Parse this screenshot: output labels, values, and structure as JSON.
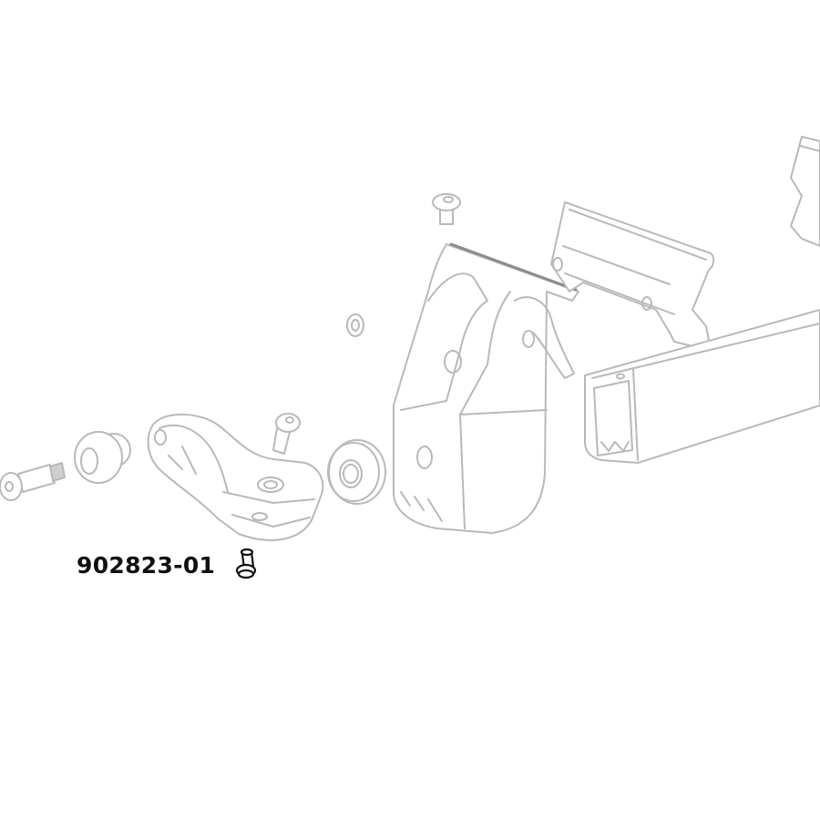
{
  "diagram": {
    "type": "exploded-parts-view",
    "highlighted_part": {
      "part_number": "902823-01",
      "description": "small screw (highlighted in black)"
    },
    "colors": {
      "background": "#ffffff",
      "line_art": "#b9b9b9",
      "highlight": "#111111",
      "label": "#111111"
    }
  }
}
